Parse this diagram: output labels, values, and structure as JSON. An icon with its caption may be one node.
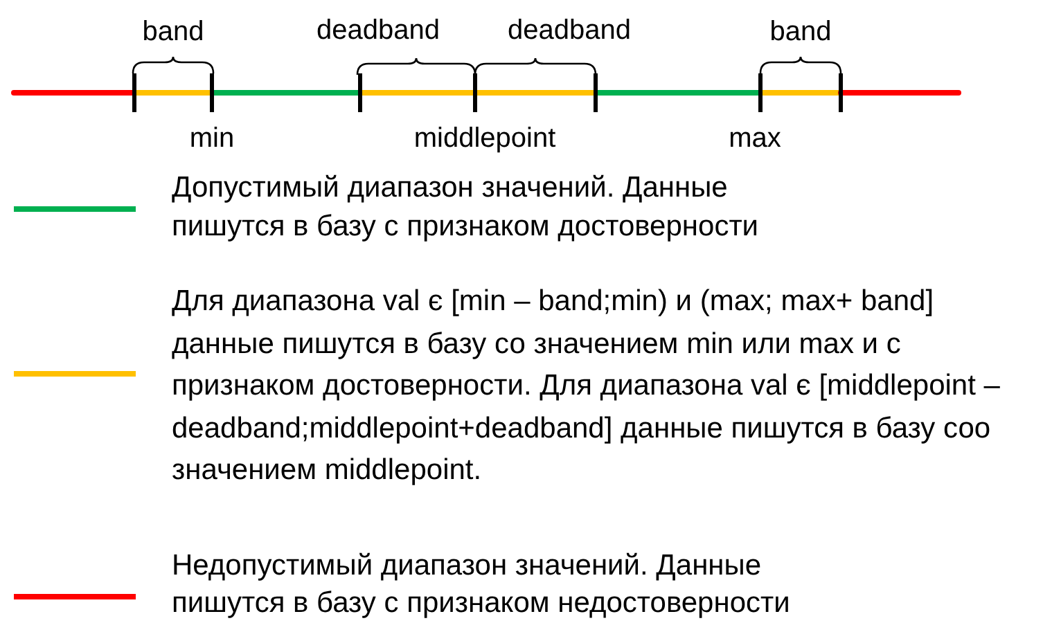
{
  "diagram": {
    "labels": [
      "band",
      "deadband",
      "deadband",
      "band",
      "min",
      "middlepoint",
      "max"
    ],
    "legend": [
      {
        "text": "Допустимый диапазон значений. Данные пишутся в базу с признаком достоверности",
        "color": "#00b050"
      },
      {
        "text": "Для диапазона val є [min – band;min) и (max; max+ band] данные пишутся в базу со значением min или max и с признаком достоверности. Для диапазона val є [middlepoint – deadband;middlepoint+deadband] данные пишутся в базу соо значением middlepoint.",
        "color": "#ffc000"
      },
      {
        "text": "Недопустимый диапазон значений. Данные пишутся в базу с признаком недостоверности",
        "color": "#ff0000"
      }
    ]
  }
}
